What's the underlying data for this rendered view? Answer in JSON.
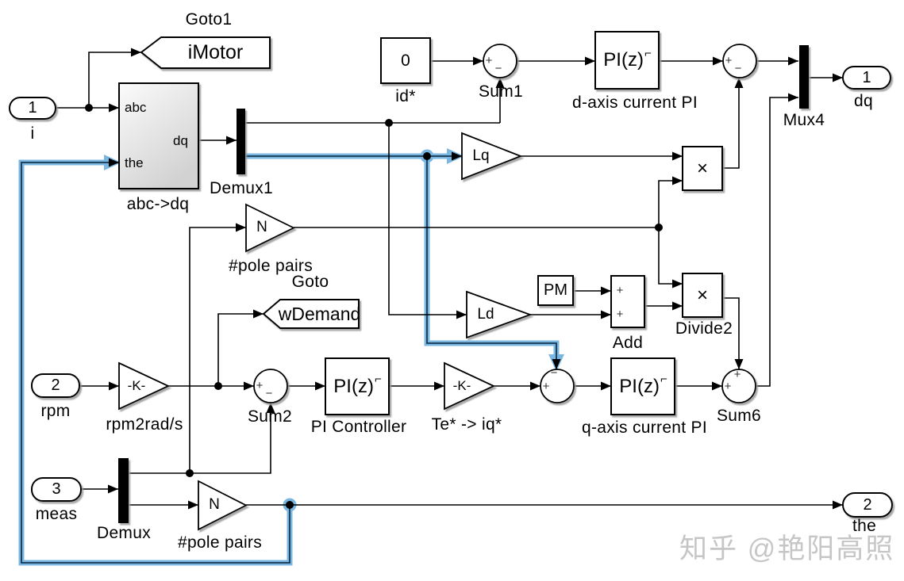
{
  "watermark": "知乎 @艳阳高照",
  "ports": {
    "in1": {
      "num": "1",
      "label": "i"
    },
    "in2": {
      "num": "2",
      "label": "rpm"
    },
    "in3": {
      "num": "3",
      "label": "meas"
    },
    "out1": {
      "num": "1",
      "label": "dq"
    },
    "out2": {
      "num": "2",
      "label": "the"
    }
  },
  "gotos": {
    "goto1": {
      "name": "Goto1",
      "tag": "iMotor"
    },
    "goto": {
      "name": "Goto",
      "tag": "wDemand"
    }
  },
  "subsystem": {
    "label": "abc->dq",
    "ports": {
      "abc": "abc",
      "the": "the",
      "dq": "dq"
    }
  },
  "muxes": {
    "demux1": "Demux1",
    "demux": "Demux",
    "mux4": "Mux4"
  },
  "constants": {
    "id_ref": {
      "value": "0",
      "label": "id*"
    },
    "pm": {
      "value": "PM"
    }
  },
  "gains": {
    "lq": {
      "icon": "Lq"
    },
    "ld": {
      "icon": "Ld"
    },
    "npole_top": {
      "icon": "N",
      "label": "#pole pairs"
    },
    "npole_bot": {
      "icon": "N",
      "label": "#pole pairs"
    },
    "rpm2rad": {
      "icon": "-K-",
      "label": "rpm2rad/s"
    },
    "te2iq": {
      "icon": "-K-",
      "label": "Te* -> iq*"
    }
  },
  "pi_blocks": {
    "d_axis": {
      "icon": "PI(z)",
      "sup": "⌐",
      "label": "d-axis current PI"
    },
    "speed": {
      "icon": "PI(z)",
      "sup": "⌐",
      "label": "PI Controller"
    },
    "q_axis": {
      "icon": "PI(z)",
      "sup": "⌐",
      "label": "q-axis current PI"
    }
  },
  "sums": {
    "sum1": {
      "label": "Sum1",
      "left": "+",
      "bottom": "−"
    },
    "sum_d": {
      "left": "+",
      "bottom": "−"
    },
    "sum2": {
      "label": "Sum2",
      "left": "+",
      "bottom": "−"
    },
    "sum_q": {
      "left": "+",
      "top": "−"
    },
    "sum6": {
      "label": "Sum6",
      "left": "+",
      "top": "+"
    }
  },
  "math": {
    "product": {
      "icon": "×"
    },
    "divide2": {
      "icon": "×",
      "label": "Divide2"
    },
    "add": {
      "icon_top": "+",
      "icon_bottom": "+",
      "label": "Add"
    }
  },
  "colors": {
    "highlight_outer": "#79b7e2",
    "highlight_core": "#16364f"
  }
}
